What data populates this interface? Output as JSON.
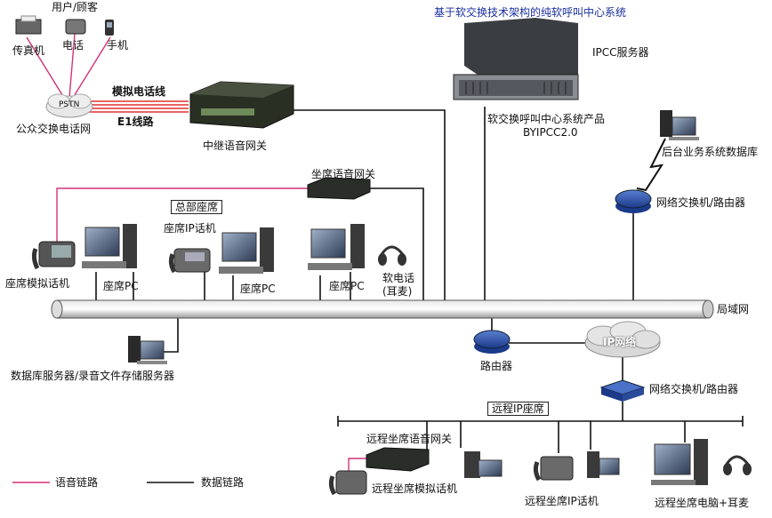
{
  "title": "基于软交换技术架构的纯软呼叫中心系统",
  "top_left": {
    "users": "用户/顾客",
    "fax": "传真机",
    "phone": "电话",
    "mobile": "手机",
    "pstn_cloud": "PSTN",
    "pstn": "公众交换电话网",
    "analog_line": "模拟电话线",
    "e1": "E1线路",
    "trunk_gateway": "中继语音网关"
  },
  "server": {
    "ipcc_server": "IPCC服务器",
    "product_line1": "软交换呼叫中心系统产品",
    "product_line2": "BYIPCC2.0"
  },
  "right": {
    "backend_db": "后台业务系统数据库",
    "switch_router_top": "网络交换机/路由器",
    "lan": "局域网",
    "ip_network": "IP网络",
    "router": "路由器",
    "switch_router_bottom": "网络交换机/路由器"
  },
  "hq": {
    "seat_gateway": "坐席语音网关",
    "hq_seat": "总部座席",
    "seat_ip_phone": "座席IP话机",
    "seat_analog_phone": "座席模拟话机",
    "seat_pc_1": "座席PC",
    "seat_pc_2": "座席PC",
    "seat_pc_3": "座席PC",
    "softphone_1": "软电话",
    "softphone_2": "(耳麦)",
    "db_server": "数据库服务器/录音文件存储服务器"
  },
  "remote": {
    "remote_ip_seat": "远程IP座席",
    "remote_gateway": "远程坐席语音网关",
    "remote_analog": "远程坐席模拟话机",
    "remote_ip_phone": "远程坐席IP话机",
    "remote_pc": "远程坐席电脑+耳麦"
  },
  "legend": {
    "voice_link": "语音链路",
    "data_link": "数据链路",
    "voice_color": "#d4307a",
    "data_color": "#111111"
  }
}
